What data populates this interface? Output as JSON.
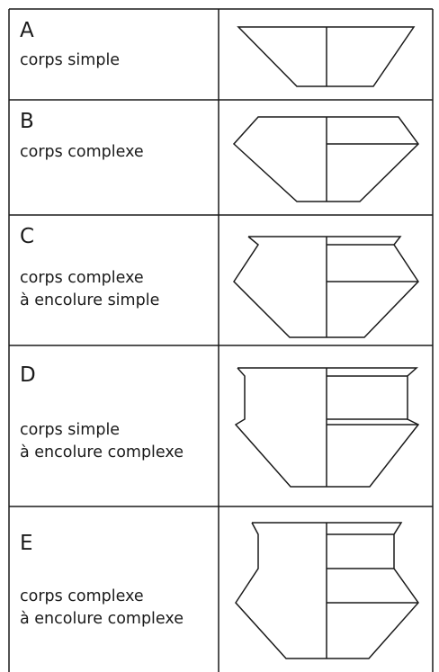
{
  "rows": [
    {
      "letter": "A",
      "description": "corps simple"
    },
    {
      "letter": "B",
      "description": "corps complexe"
    },
    {
      "letter": "C",
      "description": "corps complexe\nà encolure simple"
    },
    {
      "letter": "D",
      "description": "corps simple\nà encolure complexe"
    },
    {
      "letter": "E",
      "description": "corps complexe\nà encolure complexe"
    }
  ]
}
